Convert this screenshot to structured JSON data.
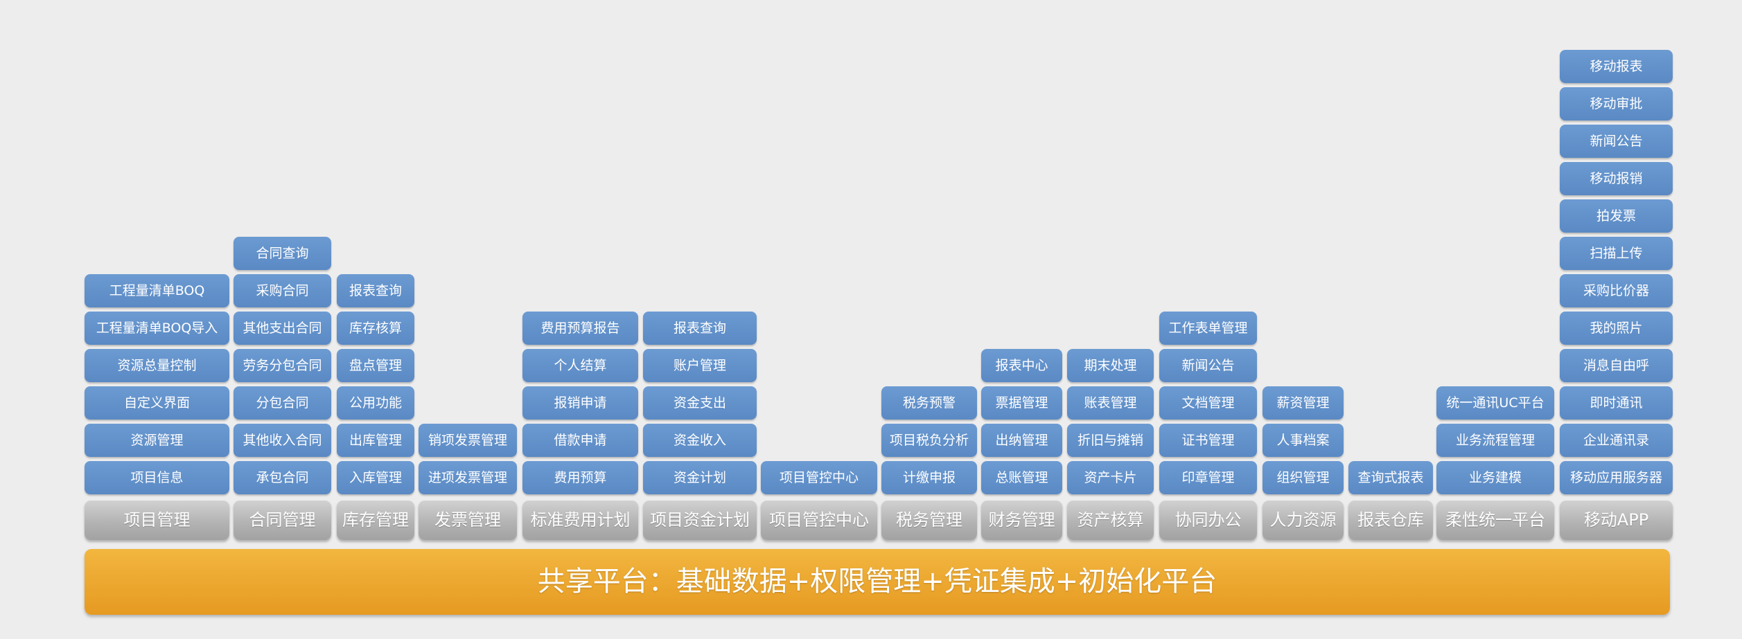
{
  "platform": "共享平台：基础数据+权限管理+凭证集成+初始化平台",
  "modules": [
    {
      "name": "项目管理",
      "items": [
        "项目信息",
        "资源管理",
        "自定义界面",
        "资源总量控制",
        "工程量清单BOQ导入",
        "工程量清单BOQ"
      ]
    },
    {
      "name": "合同管理",
      "items": [
        "承包合同",
        "其他收入合同",
        "分包合同",
        "劳务分包合同",
        "其他支出合同",
        "采购合同",
        "合同查询"
      ]
    },
    {
      "name": "库存管理",
      "items": [
        "入库管理",
        "出库管理",
        "公用功能",
        "盘点管理",
        "库存核算",
        "报表查询"
      ]
    },
    {
      "name": "发票管理",
      "items": [
        "进项发票管理",
        "销项发票管理"
      ]
    },
    {
      "name": "标准费用计划",
      "items": [
        "费用预算",
        "借款申请",
        "报销申请",
        "个人结算",
        "费用预算报告"
      ]
    },
    {
      "name": "项目资金计划",
      "items": [
        "资金计划",
        "资金收入",
        "资金支出",
        "账户管理",
        "报表查询"
      ]
    },
    {
      "name": "项目管控中心",
      "items": [
        "项目管控中心"
      ]
    },
    {
      "name": "税务管理",
      "items": [
        "计缴申报",
        "项目税负分析",
        "税务预警"
      ]
    },
    {
      "name": "财务管理",
      "items": [
        "总账管理",
        "出纳管理",
        "票据管理",
        "报表中心"
      ]
    },
    {
      "name": "资产核算",
      "items": [
        "资产卡片",
        "折旧与摊销",
        "账表管理",
        "期末处理"
      ]
    },
    {
      "name": "协同办公",
      "items": [
        "印章管理",
        "证书管理",
        "文档管理",
        "新闻公告",
        "工作表单管理"
      ]
    },
    {
      "name": "人力资源",
      "items": [
        "组织管理",
        "人事档案",
        "薪资管理"
      ]
    },
    {
      "name": "报表仓库",
      "items": [
        "查询式报表"
      ]
    },
    {
      "name": "柔性统一平台",
      "items": [
        "业务建模",
        "业务流程管理",
        "统一通讯UC平台"
      ]
    },
    {
      "name": "移动APP",
      "items": [
        "移动应用服务器",
        "企业通讯录",
        "即时通讯",
        "消息自由呼",
        "我的照片",
        "采购比价器",
        "扫描上传",
        "拍发票",
        "移动报销",
        "新闻公告",
        "移动审批",
        "移动报表"
      ]
    }
  ],
  "colors": {
    "item": "#5b8bc6",
    "header": "#b4b4b4",
    "platform": "#eba72e",
    "background": "#ededed"
  }
}
